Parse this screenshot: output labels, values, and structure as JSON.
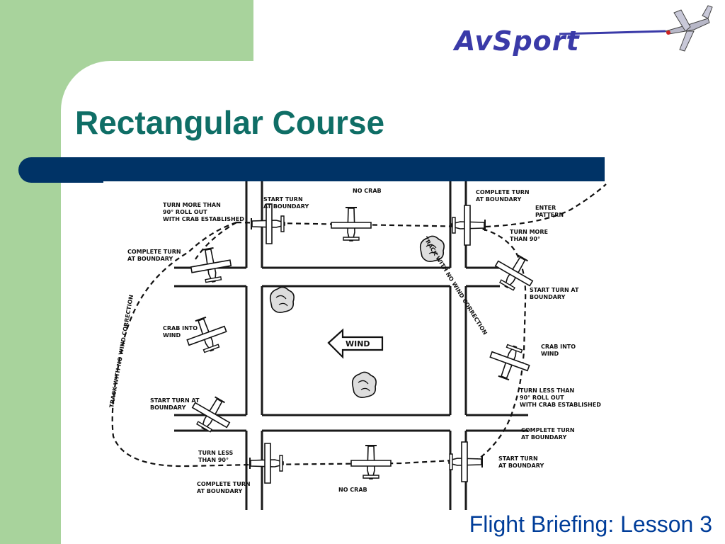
{
  "slide": {
    "title": "Rectangular Course",
    "footer": "Flight Briefing: Lesson 3",
    "logo_text": "AvSport"
  },
  "colors": {
    "side_green": "#a8d39c",
    "title_teal": "#0f6e66",
    "title_bar_navy": "#003366",
    "footer_blue": "#003d99",
    "logo_blue": "#3a3aa8"
  },
  "diagram": {
    "wind_label": "WIND",
    "labels": {
      "top_left": [
        "TURN MORE THAN",
        "90° ROLL OUT",
        "WITH CRAB ESTABLISHED"
      ],
      "start_turn_top": [
        "START TURN",
        "AT BOUNDARY"
      ],
      "no_crab_top": "NO CRAB",
      "complete_turn_top_right": [
        "COMPLETE TURN",
        "AT BOUNDARY"
      ],
      "enter_pattern": [
        "ENTER",
        "PATTERN"
      ],
      "turn_more_right": [
        "TURN MORE",
        "THAN 90°"
      ],
      "start_turn_right": [
        "START TURN AT",
        "BOUNDARY"
      ],
      "crab_into_wind_right": [
        "CRAB INTO",
        "WIND"
      ],
      "turn_less_right": [
        "TURN LESS THAN",
        "90° ROLL OUT",
        "WITH CRAB ESTABLISHED"
      ],
      "complete_turn_bottom_right": [
        "COMPLETE TURN",
        "AT BOUNDARY"
      ],
      "start_turn_bottom_right": [
        "START TURN",
        "AT BOUNDARY"
      ],
      "no_crab_bottom": "NO CRAB",
      "complete_turn_bottom_left": [
        "COMPLETE TURN",
        "AT BOUNDARY"
      ],
      "turn_less_left": [
        "TURN LESS",
        "THAN 90°"
      ],
      "start_turn_left": [
        "START TURN AT",
        "BOUNDARY"
      ],
      "crab_into_wind_left": [
        "CRAB INTO",
        "WIND"
      ],
      "complete_turn_left": [
        "COMPLETE TURN",
        "AT BOUNDARY"
      ],
      "track_left": "TRACK WITH NO WIND CORRECTION",
      "track_right": "TRACK WITH NO WIND CORRECTION"
    }
  }
}
